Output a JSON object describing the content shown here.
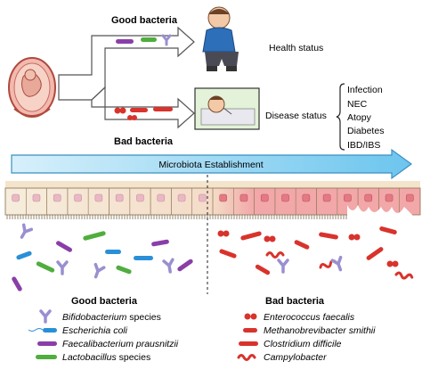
{
  "top": {
    "good_bacteria": "Good bacteria",
    "bad_bacteria": "Bad bacteria",
    "health_status": "Health status",
    "disease_status": "Disease status",
    "diseases": [
      "Infection",
      "NEC",
      "Atopy",
      "Diabetes",
      "IBD/IBS"
    ]
  },
  "timeline": {
    "label": "Microbiota Establishment"
  },
  "legend_good": {
    "title": "Good bacteria",
    "items": [
      {
        "name": "Bifidobacterium",
        "suffix": " species",
        "icon": "y-shape-bacterium-icon"
      },
      {
        "name": "Escherichia coli",
        "suffix": "",
        "icon": "flagellated-rod-icon"
      },
      {
        "name": "Faecalibacterium prausnitzii",
        "suffix": "",
        "icon": "purple-rod-icon"
      },
      {
        "name": "Lactobacillus",
        "suffix": " species",
        "icon": "green-rod-icon"
      }
    ]
  },
  "legend_bad": {
    "title": "Bad bacteria",
    "items": [
      {
        "name": "Enterococcus faecalis",
        "icon": "diplococcus-icon"
      },
      {
        "name": "Methanobrevibacter smithii",
        "icon": "red-rod-icon"
      },
      {
        "name": "Clostridium difficile",
        "icon": "red-long-rod-icon"
      },
      {
        "name": "Campylobacter",
        "icon": "spiral-bacterium-icon"
      }
    ]
  },
  "colors": {
    "arrow_blue": "#8fd3f0",
    "arrow_blue_dark": "#3a8fc2",
    "cell_healthy": "#f6eddc",
    "cell_inflamed": "#f2a7a8",
    "good_blue": "#2a8fd8",
    "good_purple": "#8a3ea8",
    "good_green": "#4fae3d",
    "good_lilac": "#9a8fd0",
    "bad_red": "#d8332c"
  }
}
